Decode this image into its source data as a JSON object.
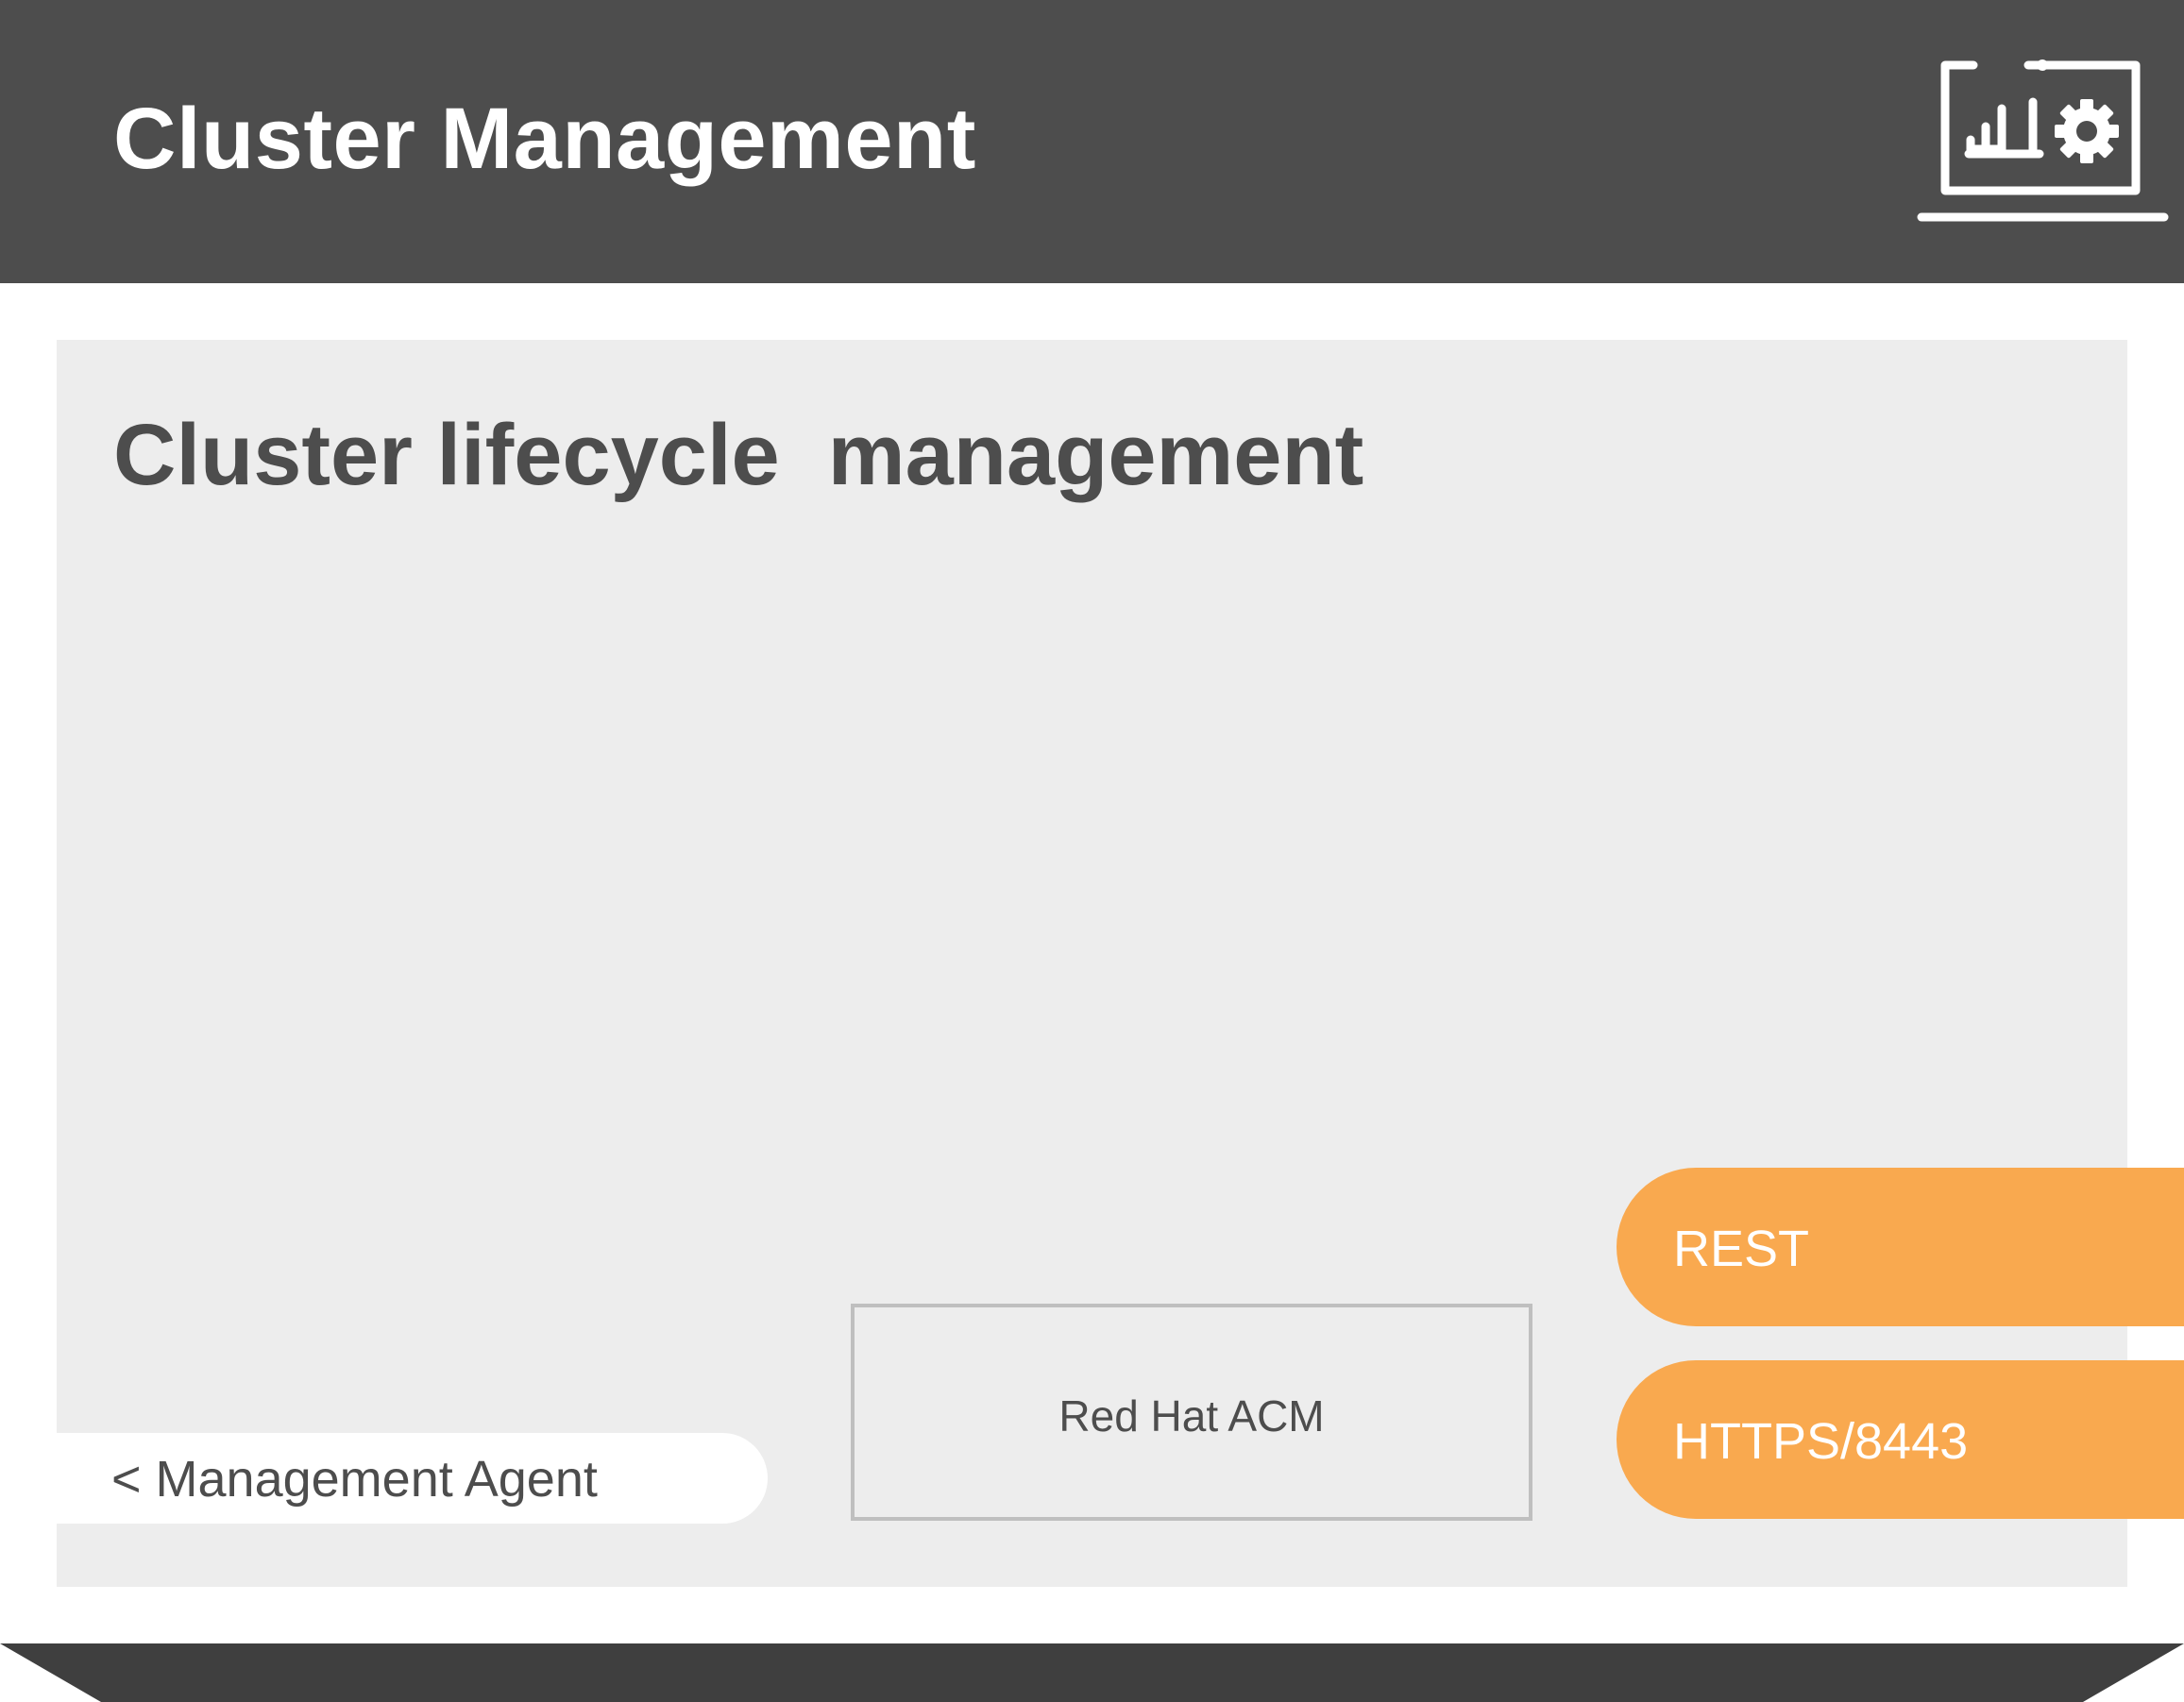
{
  "header": {
    "title": "Cluster Management",
    "icon": "monitor-chart-gear-icon",
    "background_color": "#4d4d4d"
  },
  "panel": {
    "title": "Cluster lifecycle  management",
    "background_color": "#ededed"
  },
  "management_agent": {
    "label": "< Management Agent"
  },
  "acm_box": {
    "label": "Red Hat ACM",
    "border_color": "#bfbfbf"
  },
  "ports": [
    {
      "label": "REST",
      "color": "#f9a94f"
    },
    {
      "label": "HTTPS/8443",
      "color": "#f9a94f"
    }
  ]
}
